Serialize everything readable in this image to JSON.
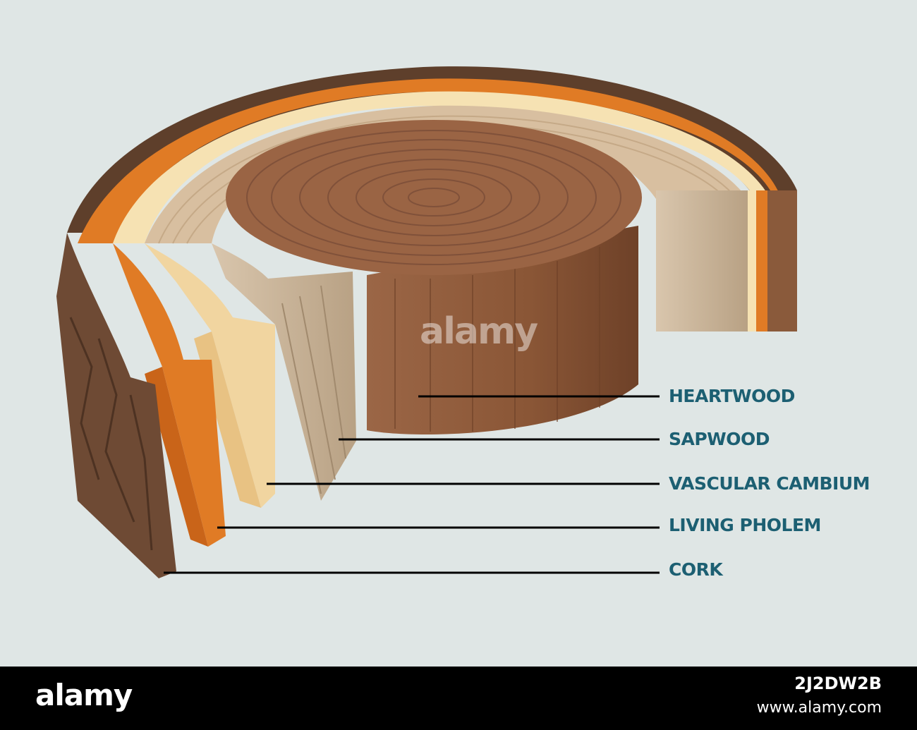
{
  "labels": [
    {
      "id": "heartwood",
      "text": "HEARTWOOD"
    },
    {
      "id": "sapwood",
      "text": "SAPWOOD"
    },
    {
      "id": "vascular-cambium",
      "text": "VASCULAR CAMBIUM"
    },
    {
      "id": "living-pholem",
      "text": "LIVING PHOLEM"
    },
    {
      "id": "cork",
      "text": "CORK"
    }
  ],
  "watermark": {
    "text": "alamy"
  },
  "footer": {
    "logo": "alamy",
    "image_id": "2J2DW2B",
    "url": "www.alamy.com"
  },
  "colors": {
    "background": "#dfe6e5",
    "label_text": "#1c5f72",
    "leader_line": "#000000",
    "heartwood": "#8a5a3b",
    "sapwood": "#c9b39a",
    "vascular_cambium": "#f2d8a0",
    "living_pholem": "#e07b25",
    "cork": "#6e4a34"
  }
}
